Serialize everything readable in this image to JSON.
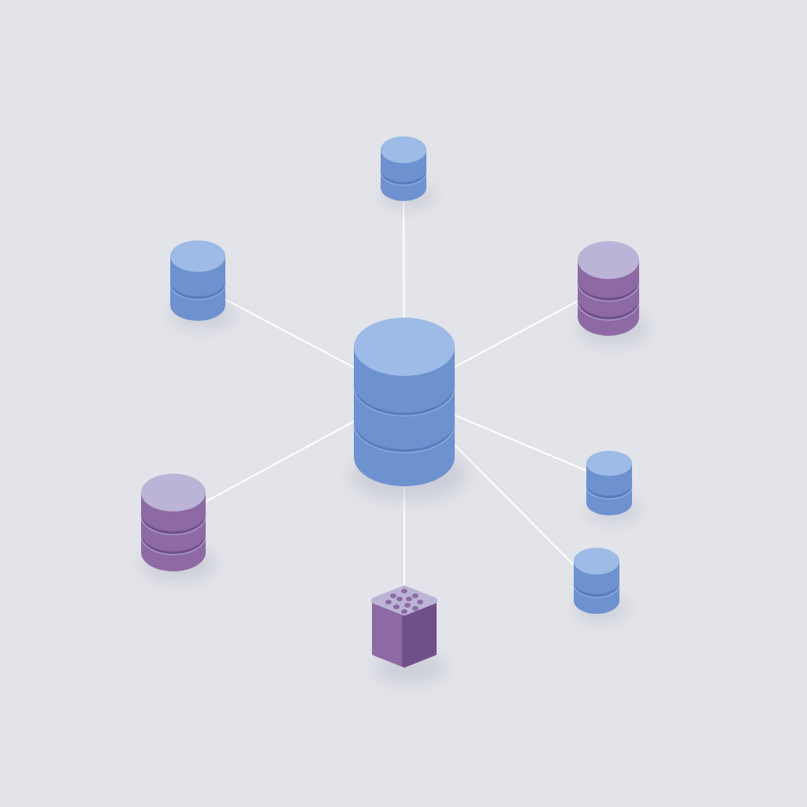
{
  "colors": {
    "background": "#e3e4e9",
    "connector": "#ffffff",
    "blue_top": "#9dbbe6",
    "blue_side": "#6e92d0",
    "blue_dark": "#5a7cbd",
    "purple_top": "#bbb4d6",
    "purple_side": "#8e6aa4",
    "purple_dark": "#71508a"
  },
  "hub": {
    "kind": "database-stack",
    "tiers": 3,
    "palette": "blue"
  },
  "nodes": [
    {
      "id": "top",
      "kind": "database-stack",
      "tiers": 2,
      "palette": "blue"
    },
    {
      "id": "upper-left",
      "kind": "database-stack",
      "tiers": 2,
      "palette": "blue"
    },
    {
      "id": "upper-right",
      "kind": "database-stack",
      "tiers": 3,
      "palette": "purple"
    },
    {
      "id": "lower-left",
      "kind": "database-stack",
      "tiers": 3,
      "palette": "purple"
    },
    {
      "id": "right",
      "kind": "database-stack",
      "tiers": 2,
      "palette": "blue"
    },
    {
      "id": "lower-right",
      "kind": "database-stack",
      "tiers": 2,
      "palette": "blue"
    },
    {
      "id": "bottom",
      "kind": "chip-cube",
      "palette": "purple"
    }
  ]
}
